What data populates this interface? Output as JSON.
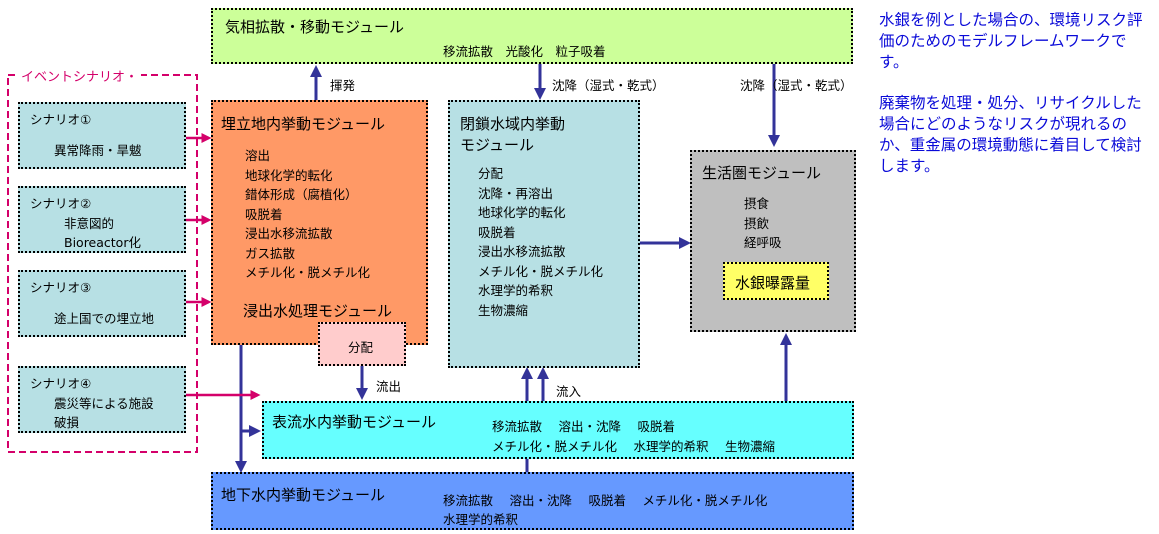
{
  "colors": {
    "arrow": "#333399",
    "event_border": "#d4006a"
  },
  "atmos": {
    "title": "気相拡散・移動モジュール",
    "sub": "移流拡散　光酸化　粒子吸着"
  },
  "labels": {
    "volatilize": "揮発",
    "deposition_center": "沈降（湿式・乾式）",
    "deposition_right": "沈降（湿式・乾式）",
    "outflow": "流出",
    "inflow": "流入"
  },
  "event": {
    "title": "イベントシナリオ・",
    "scenarios": [
      {
        "title": "シナリオ①",
        "lines": [
          "異常降雨・旱魃"
        ]
      },
      {
        "title": "シナリオ②",
        "lines": [
          "非意図的",
          "Bioreactor化"
        ]
      },
      {
        "title": "シナリオ③",
        "lines": [
          "途上国での埋立地"
        ]
      },
      {
        "title": "シナリオ④",
        "lines": [
          "震災等による施設",
          "破損"
        ]
      }
    ]
  },
  "landfill": {
    "title": "埋立地内挙動モジュール",
    "items": [
      "溶出",
      "地球化学的転化",
      "錯体形成（腐植化）",
      "吸脱着",
      "浸出水移流拡散",
      "ガス拡散",
      "メチル化・脱メチル化"
    ],
    "leachate_title": "浸出水処理モジュール",
    "distribution": "分配"
  },
  "closed_water": {
    "title_line1": "閉鎖水域内挙動",
    "title_line2": "モジュール",
    "items": [
      "分配",
      "沈降・再溶出",
      "地球化学的転化",
      "吸脱着",
      "浸出水移流拡散",
      "メチル化・脱メチル化",
      "水理学的希釈",
      "生物濃縮"
    ]
  },
  "living": {
    "title": "生活圏モジュール",
    "items": [
      "摂食",
      "摂飲",
      "経呼吸"
    ],
    "exposure": "水銀曝露量"
  },
  "surface": {
    "title": "表流水内挙動モジュール",
    "line1": "移流拡散　 溶出・沈降　 吸脱着",
    "line2": "メチル化・脱メチル化　 水理学的希釈　 生物濃縮"
  },
  "ground": {
    "title": "地下水内挙動モジュール",
    "line1": "移流拡散　 溶出・沈降　 吸脱着　 メチル化・脱メチル化",
    "line2": "水理学的希釈"
  },
  "notes": {
    "p1": "水銀を例とした場合の、環境リスク評価のためのモデルフレームワークです。",
    "p2": "廃棄物を処理・処分、リサイクルした場合にどのようなリスクが現れるのか、重金属の環境動態に着目して検討します。"
  }
}
